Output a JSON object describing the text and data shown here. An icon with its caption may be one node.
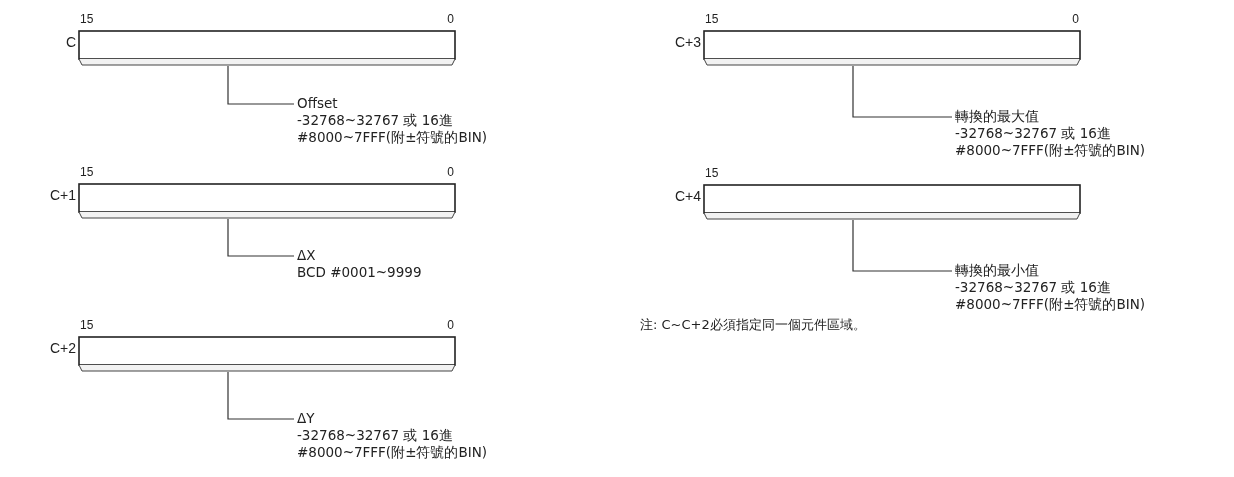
{
  "diagram": {
    "nodes": [
      {
        "text": [],
        "shape": "box",
        "beside": [
          "C",
          "15",
          "0"
        ]
      },
      {
        "text": [
          "Offset",
          "-32768~32767 或 16進#8000~7FFF(附±符號的BIN)"
        ]
      },
      {
        "text": [],
        "shape": "box",
        "beside": [
          "C+1",
          "15",
          "0"
        ]
      },
      {
        "text": [
          "ΔX",
          "BCD #0001~9999"
        ]
      },
      {
        "text": [],
        "shape": "box",
        "beside": [
          "C+2",
          "15",
          "0"
        ]
      },
      {
        "text": [
          "ΔY",
          "-32768~32767 或 16進#8000~7FFF(附±符號的BIN)"
        ]
      },
      {
        "text": [],
        "shape": "box",
        "beside": [
          "C+3",
          "15",
          "0"
        ]
      },
      {
        "text": [
          "轉換的最大值",
          "-32768~32767 或 16進#8000~7FFF(附±符號的BIN)"
        ]
      },
      {
        "text": [],
        "shape": "box",
        "beside": [
          "C+4",
          "15"
        ]
      },
      {
        "text": [
          "轉換的最小值",
          "-32768~32767 或 16進#8000~7FFF(附±符號的BIN)"
        ]
      }
    ],
    "edges": [
      {
        "from": 0,
        "to": 1,
        "arrow": "none"
      },
      {
        "from": 2,
        "to": 3,
        "arrow": "none"
      },
      {
        "from": 4,
        "to": 5,
        "arrow": "none"
      },
      {
        "from": 6,
        "to": 7,
        "arrow": "none"
      },
      {
        "from": 8,
        "to": 9,
        "arrow": "none"
      }
    ],
    "labels": [
      "注: C~C+2必須指定同一個元件區域。"
    ]
  }
}
